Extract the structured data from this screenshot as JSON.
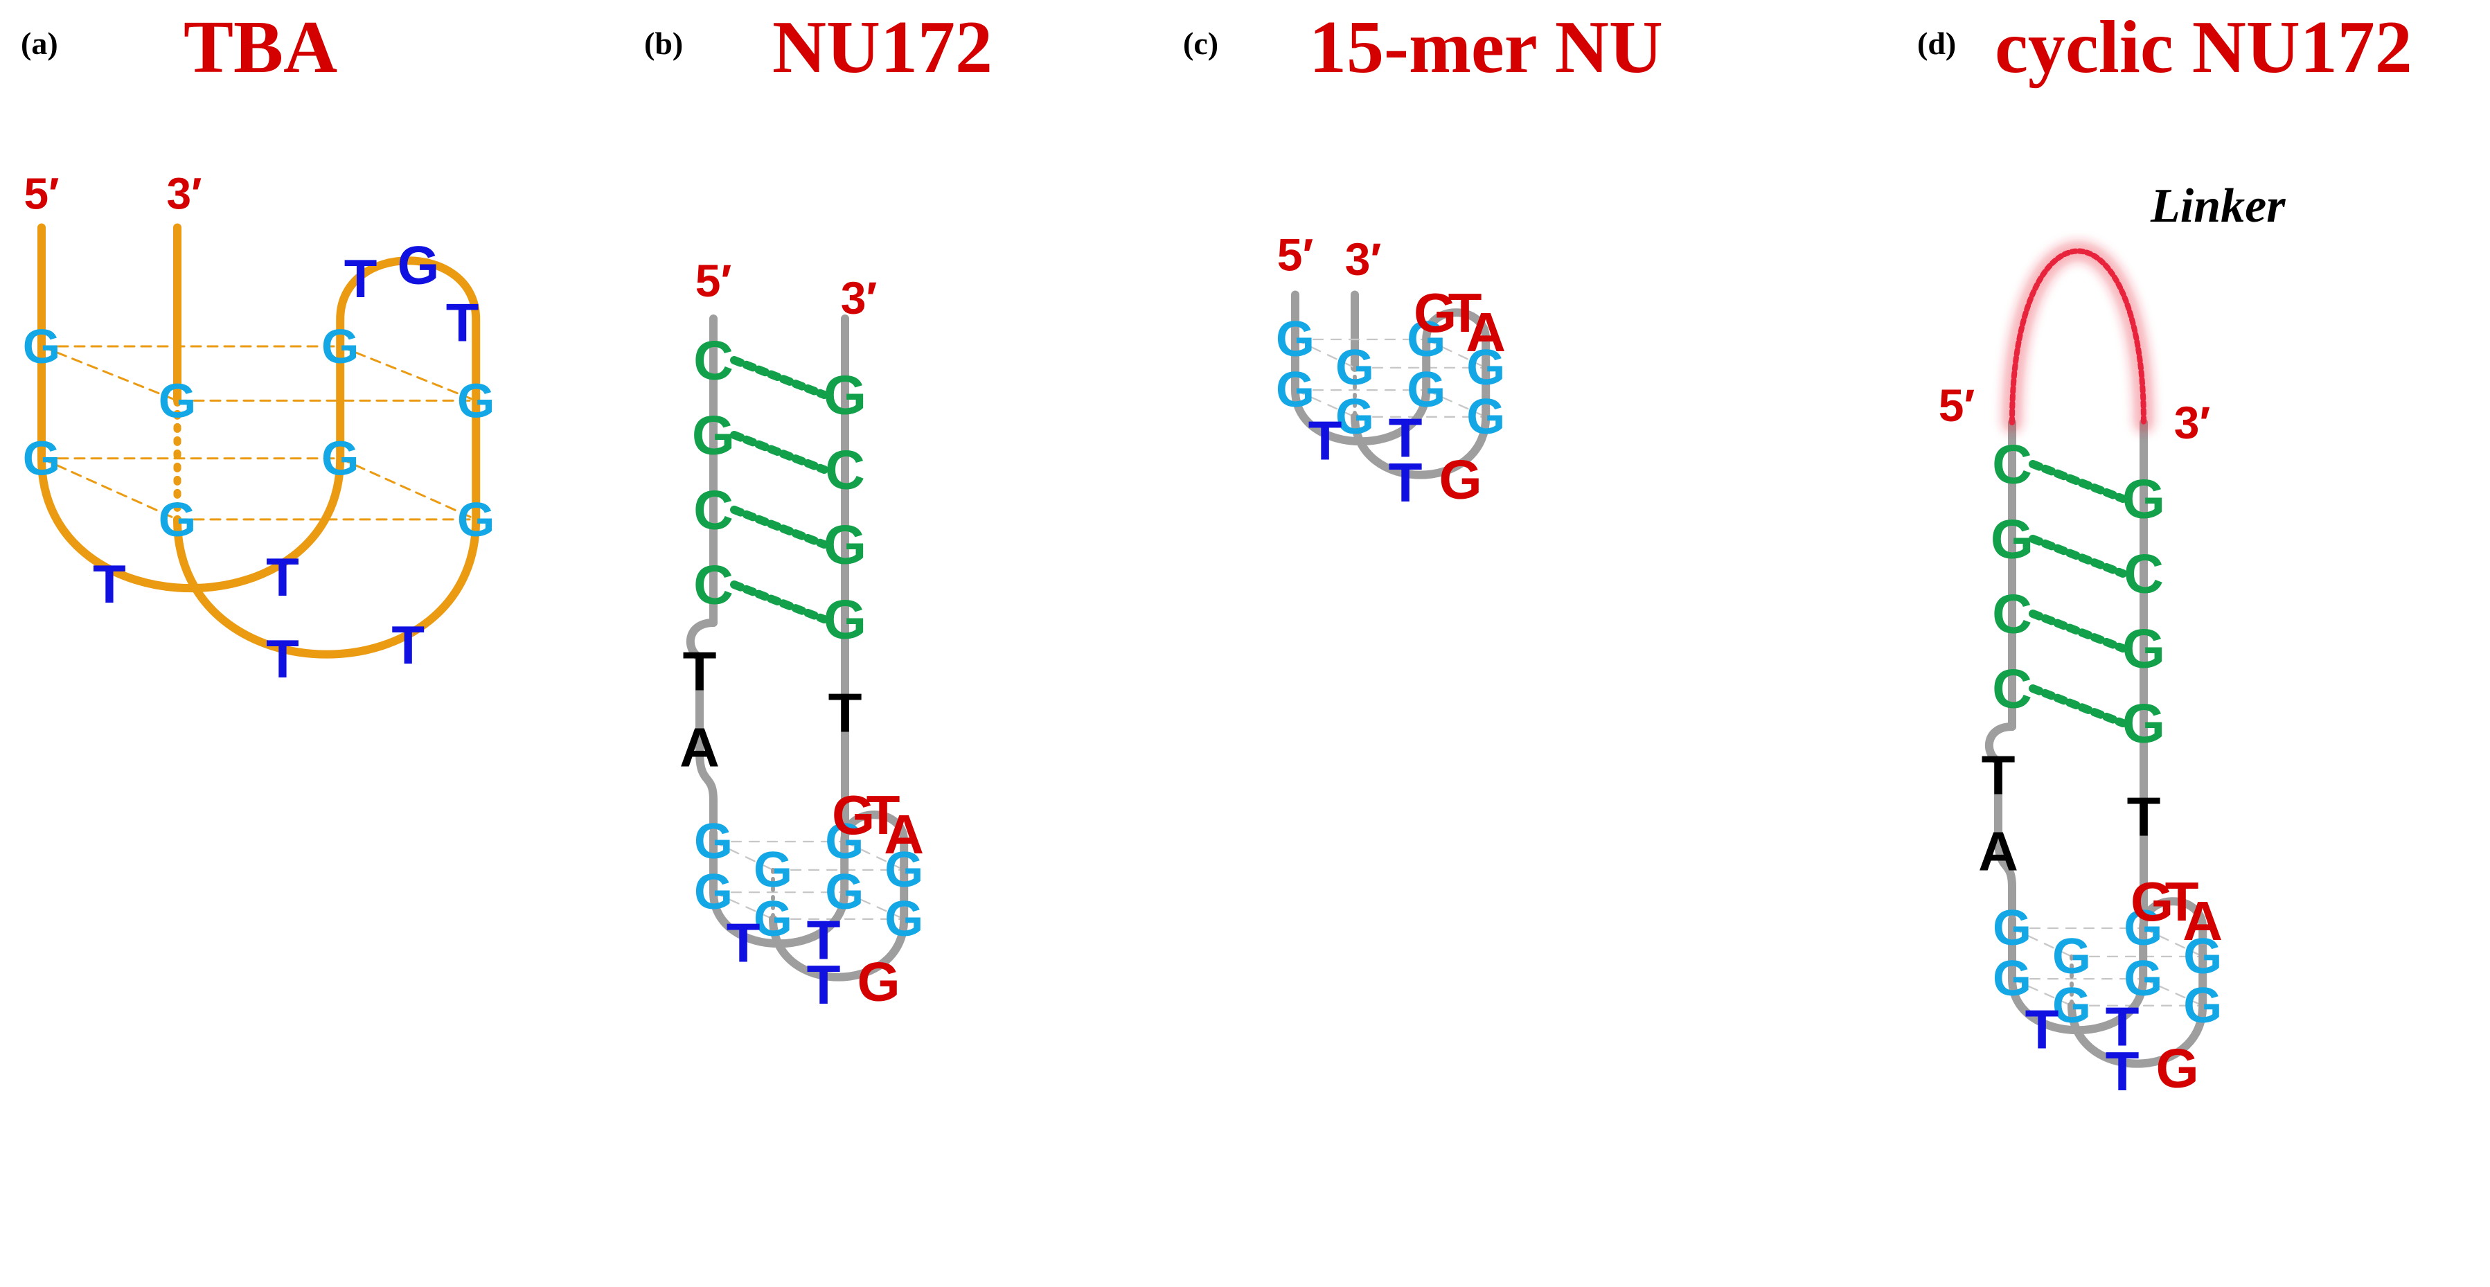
{
  "colors": {
    "title": "#d40000",
    "tba_strand": "#eb9b12",
    "strand": "#9e9e9e",
    "guanine_quartet": "#14a7e6",
    "thymine_loop": "#1010e0",
    "red_base": "#d40000",
    "duplex": "#12a04a",
    "black_base": "#000000",
    "linker": "#e8243c"
  },
  "panels": [
    {
      "letter": "(a)",
      "title": "TBA",
      "end5": "5′",
      "end3": "3′",
      "bases": [
        "G",
        "G",
        "G",
        "G",
        "G",
        "G",
        "G",
        "G",
        "T",
        "T",
        "T",
        "T",
        "T",
        "G",
        "T"
      ]
    },
    {
      "letter": "(b)",
      "title": "NU172",
      "end5": "5′",
      "end3": "3′",
      "duplex_left": [
        "C",
        "G",
        "C",
        "C"
      ],
      "duplex_right": [
        "G",
        "C",
        "G",
        "G"
      ],
      "junction_left": [
        "T",
        "A"
      ],
      "junction_right": [
        "T"
      ],
      "bases": [
        "G",
        "G",
        "G",
        "G",
        "G",
        "G",
        "G",
        "G",
        "T",
        "T",
        "T",
        "G",
        "G",
        "T",
        "A"
      ]
    },
    {
      "letter": "(c)",
      "title": "15-mer NU",
      "end5": "5′",
      "end3": "3′",
      "bases": [
        "G",
        "G",
        "G",
        "G",
        "G",
        "G",
        "G",
        "G",
        "T",
        "T",
        "T",
        "G",
        "G",
        "T",
        "A"
      ]
    },
    {
      "letter": "(d)",
      "title": "cyclic NU172",
      "linker_label": "Linker",
      "end5": "5′",
      "end3": "3′",
      "duplex_left": [
        "C",
        "G",
        "C",
        "C"
      ],
      "duplex_right": [
        "G",
        "C",
        "G",
        "G"
      ],
      "junction_left": [
        "T",
        "A"
      ],
      "junction_right": [
        "T"
      ],
      "bases": [
        "G",
        "G",
        "G",
        "G",
        "G",
        "G",
        "G",
        "G",
        "T",
        "T",
        "T",
        "G",
        "G",
        "T",
        "A"
      ]
    }
  ]
}
